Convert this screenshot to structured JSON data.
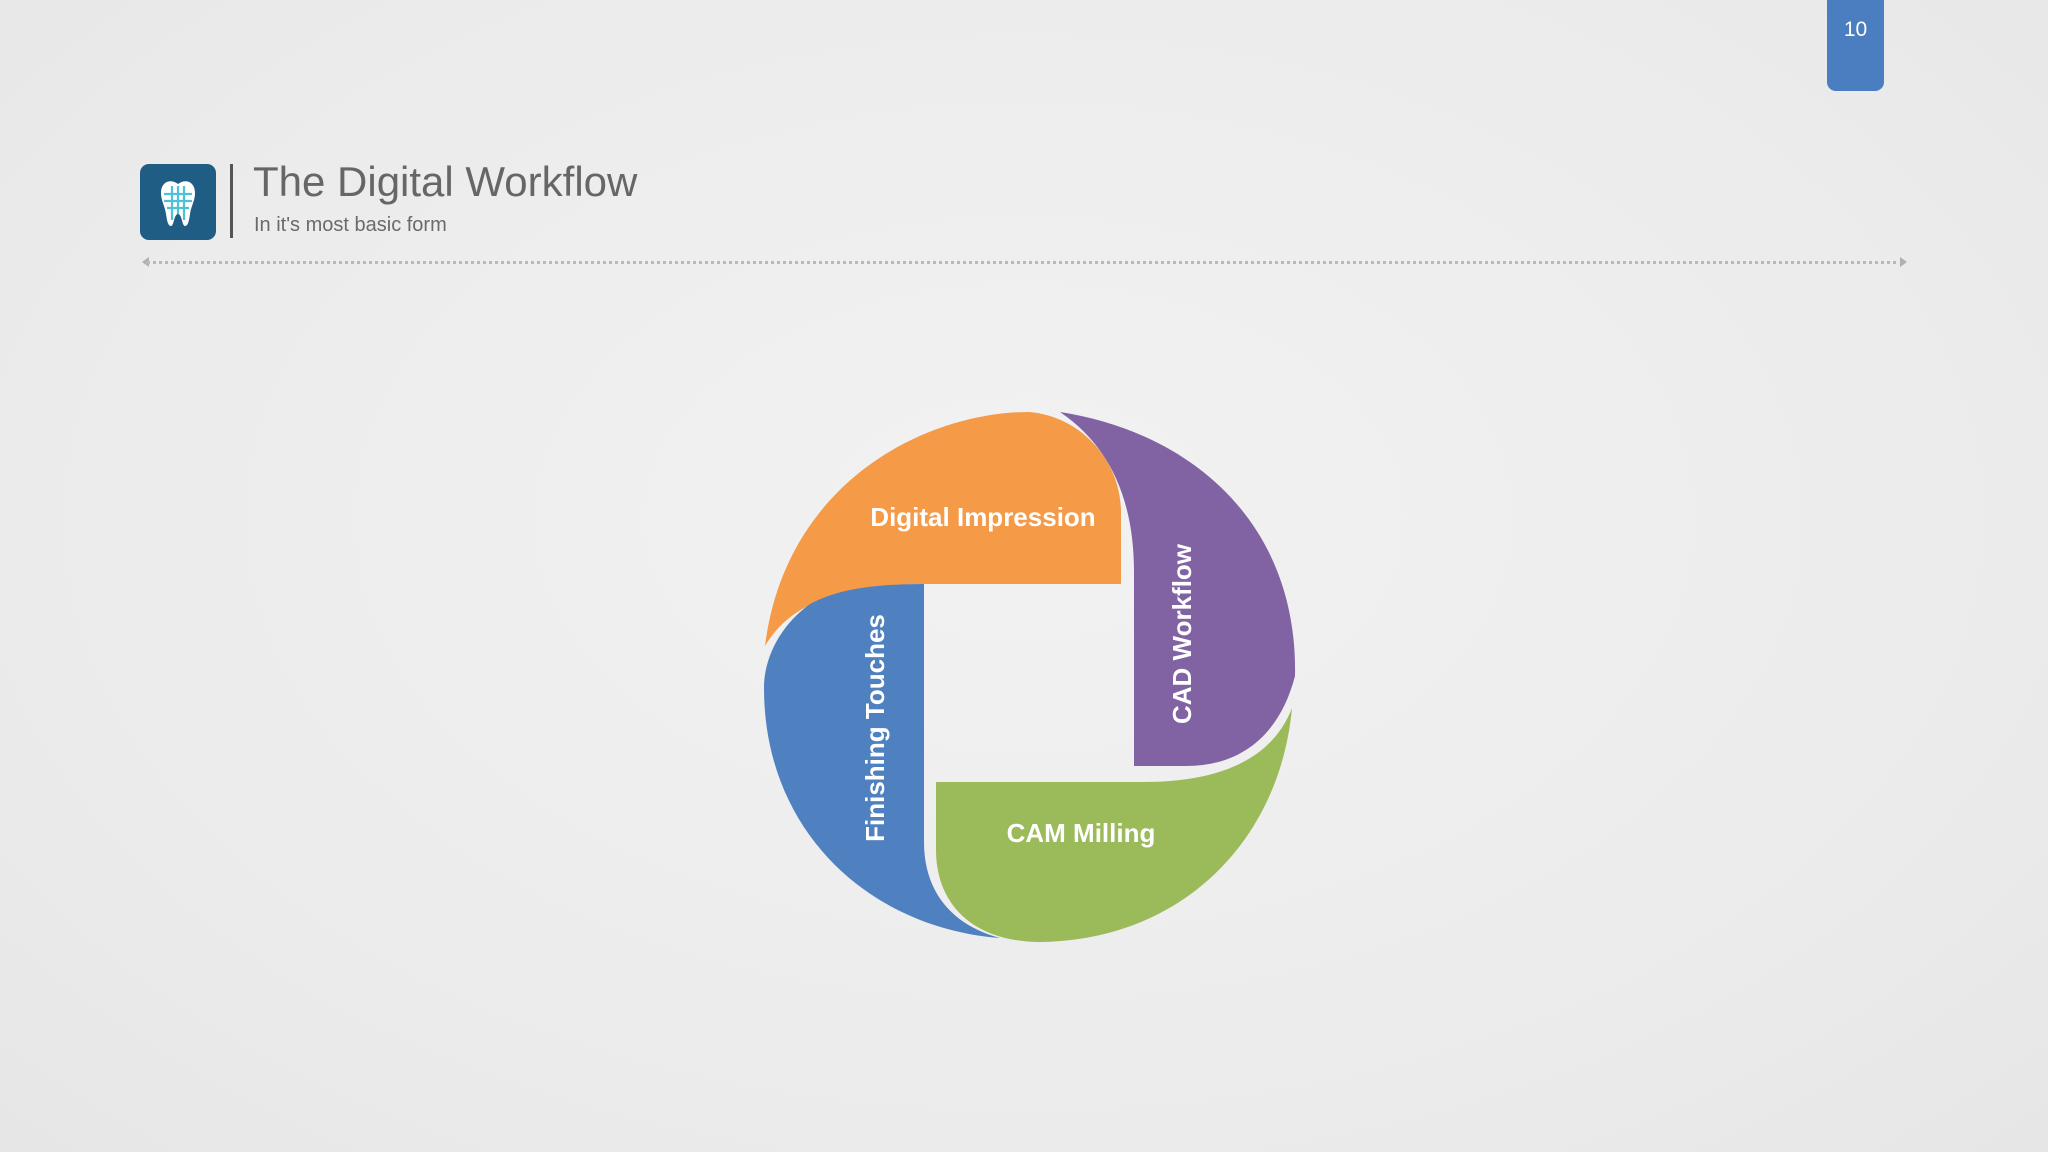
{
  "page": {
    "number": "10"
  },
  "header": {
    "title": "The Digital Workflow",
    "subtitle": "In it's most basic form",
    "logo_icon": "tooth-icon"
  },
  "diagram": {
    "type": "cycle",
    "segments": [
      {
        "label": "Digital Impression",
        "color": "#f59a47"
      },
      {
        "label": "CAD Workflow",
        "color": "#8163a3"
      },
      {
        "label": "CAM Milling",
        "color": "#9bbb5b"
      },
      {
        "label": "Finishing Touches",
        "color": "#4f80c0"
      }
    ]
  },
  "colors": {
    "accent": "#4a7ec0",
    "logo_bg": "#1f5d84",
    "title_text": "#666666"
  }
}
